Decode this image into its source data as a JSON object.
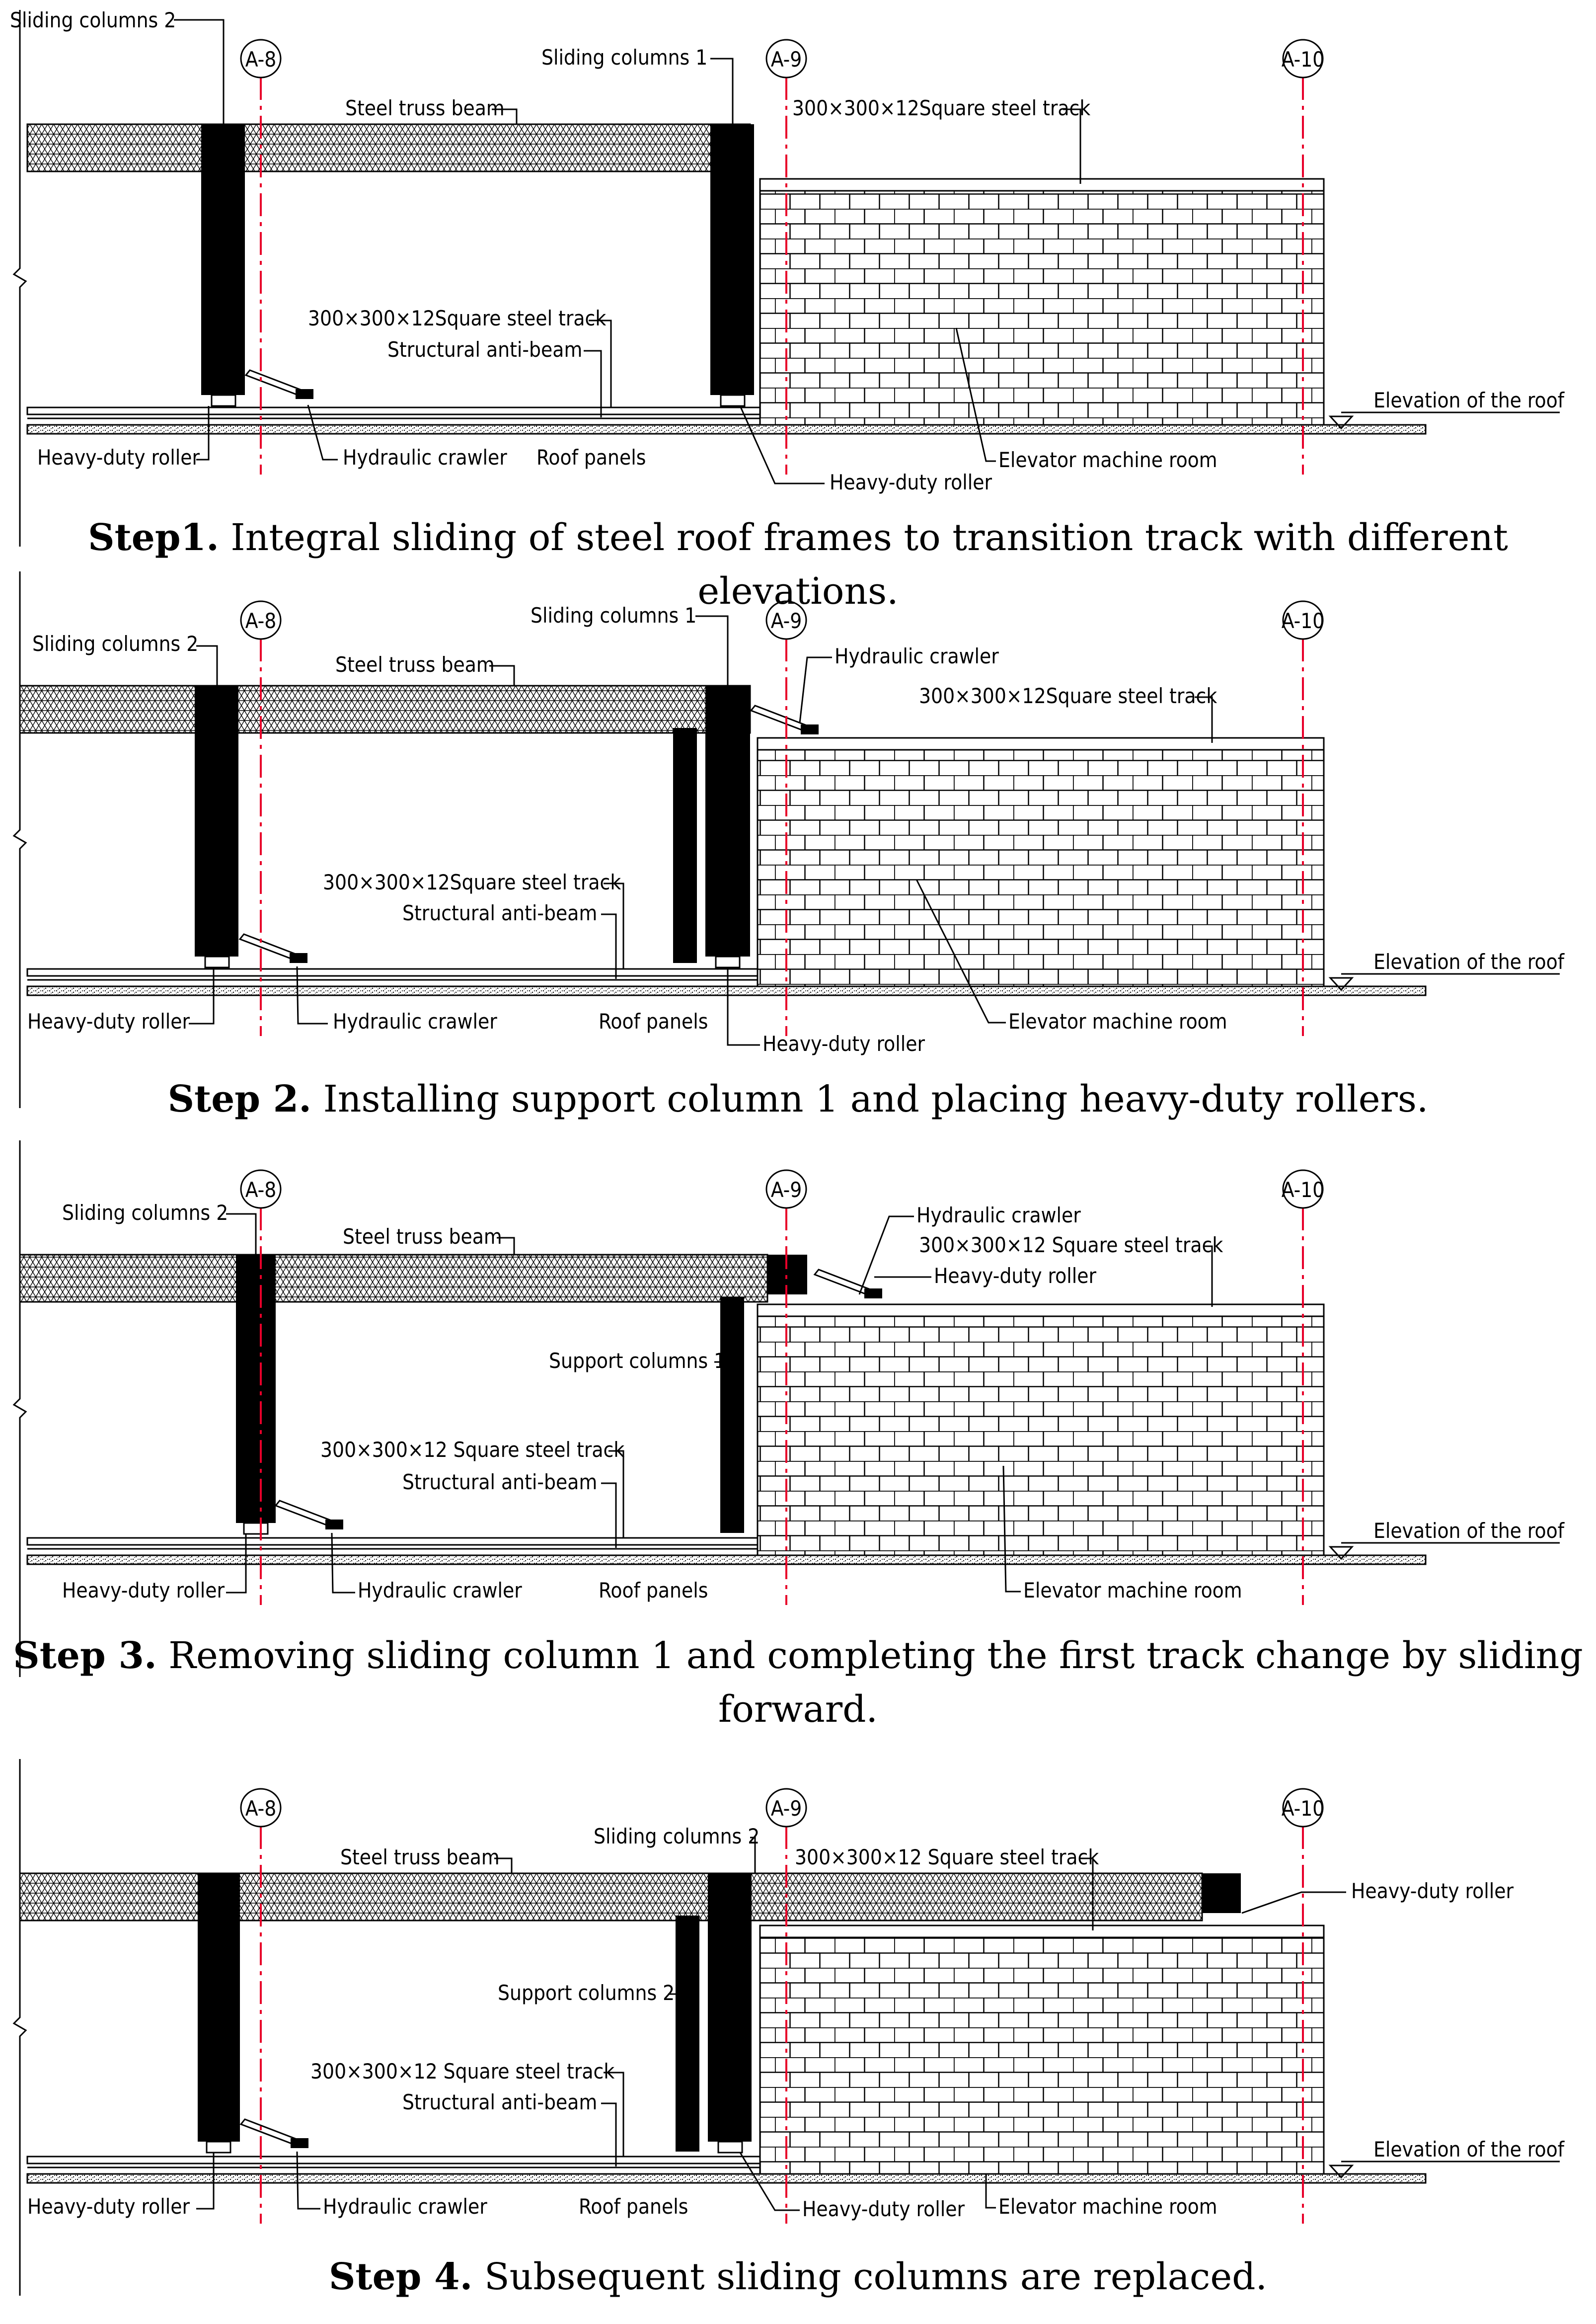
{
  "axes": [
    "A-8",
    "A-9",
    "A-10"
  ],
  "steps": [
    {
      "number": "Step1.",
      "caption_rest": " Integral sliding of steel roof frames to transition track with different elevations.",
      "caption_rest2": "",
      "labels": {
        "sliding_columns_2": "Sliding columns 2",
        "sliding_columns_1": "Sliding columns 1",
        "steel_truss_beam": "Steel truss beam",
        "track_top": "300×300×12Square steel track",
        "track_mid": "300×300×12Square steel track",
        "anti_beam": "Structural anti-beam",
        "roller_left": "Heavy-duty roller",
        "crawler_bottom": "Hydraulic crawler",
        "roof_panels": "Roof panels",
        "roller_mid": "Heavy-duty roller",
        "elevator": "Elevator machine room",
        "elevation": "Elevation of the roof"
      }
    },
    {
      "number": "Step 2.",
      "caption_rest": " Installing support column 1 and placing heavy-duty rollers.",
      "caption_rest2": "",
      "labels": {
        "sliding_columns_2": "Sliding columns 2",
        "sliding_columns_1": "Sliding columns 1",
        "steel_truss_beam": "Steel truss beam",
        "crawler_top": "Hydraulic crawler",
        "track_top": "300×300×12Square steel track",
        "track_mid": "300×300×12Square steel track",
        "anti_beam": "Structural anti-beam",
        "roller_left": "Heavy-duty roller",
        "crawler_bottom": "Hydraulic crawler",
        "roof_panels": "Roof panels",
        "roller_mid": "Heavy-duty roller",
        "elevator": "Elevator machine room",
        "elevation": "Elevation of the roof"
      }
    },
    {
      "number": "Step 3.",
      "caption_rest": " Removing sliding column 1 and completing the first track change by sliding",
      "caption_rest2": "forward.",
      "labels": {
        "sliding_columns_2": "Sliding columns 2",
        "steel_truss_beam": "Steel truss beam",
        "crawler_top": "Hydraulic crawler",
        "track_top": "300×300×12 Square steel track",
        "roller_top": "Heavy-duty roller",
        "support_columns_1": "Support columns 1",
        "track_mid": "300×300×12 Square steel track",
        "anti_beam": "Structural anti-beam",
        "roller_left": "Heavy-duty roller",
        "crawler_bottom": "Hydraulic crawler",
        "roof_panels": "Roof panels",
        "elevator": "Elevator machine room",
        "elevation": "Elevation of the roof"
      }
    },
    {
      "number": "Step 4.",
      "caption_rest": " Subsequent sliding columns are replaced.",
      "caption_rest2": "",
      "labels": {
        "steel_truss_beam": "Steel truss beam",
        "sliding_columns_2": "Sliding columns 2",
        "track_top": "300×300×12 Square steel track",
        "roller_right": "Heavy-duty roller",
        "support_columns_2": "Support columns 2",
        "track_mid": "300×300×12 Square steel track",
        "anti_beam": "Structural anti-beam",
        "roller_left": "Heavy-duty roller",
        "crawler_bottom": "Hydraulic crawler",
        "roof_panels": "Roof panels",
        "roller_mid": "Heavy-duty roller",
        "elevator": "Elevator machine room",
        "elevation": "Elevation of the roof"
      }
    }
  ]
}
